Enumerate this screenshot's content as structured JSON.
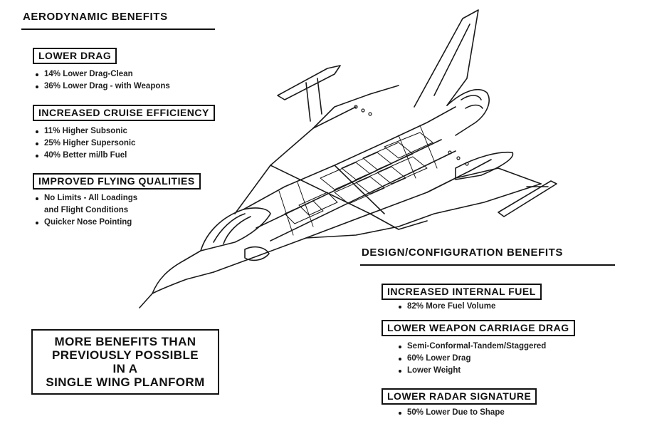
{
  "aero": {
    "title": "AERODYNAMIC BENEFITS",
    "groups": [
      {
        "label": "LOWER DRAG",
        "items": [
          "14% Lower Drag-Clean",
          "36% Lower Drag - with Weapons"
        ]
      },
      {
        "label": "INCREASED CRUISE EFFICIENCY",
        "items": [
          "11% Higher Subsonic",
          "25% Higher Supersonic",
          "40% Better mi/lb Fuel"
        ]
      },
      {
        "label": "IMPROVED FLYING QUALITIES",
        "items": [
          "No Limits - All Loadings",
          "and Flight Conditions",
          "Quicker Nose Pointing"
        ]
      }
    ]
  },
  "design": {
    "title": "DESIGN/CONFIGURATION BENEFITS",
    "groups": [
      {
        "label": "INCREASED INTERNAL FUEL",
        "items": [
          "82% More Fuel Volume"
        ]
      },
      {
        "label": "LOWER WEAPON CARRIAGE DRAG",
        "items": [
          "Semi-Conformal-Tandem/Staggered",
          "60% Lower Drag",
          "Lower Weight"
        ]
      },
      {
        "label": "LOWER RADAR SIGNATURE",
        "items": [
          "50% Lower Due to Shape"
        ]
      }
    ]
  },
  "callout": {
    "lines": [
      "MORE BENEFITS THAN",
      "PREVIOUSLY POSSIBLE",
      "IN A",
      "SINGLE WING PLANFORM"
    ]
  },
  "colors": {
    "ink": "#111111",
    "background": "#ffffff"
  }
}
